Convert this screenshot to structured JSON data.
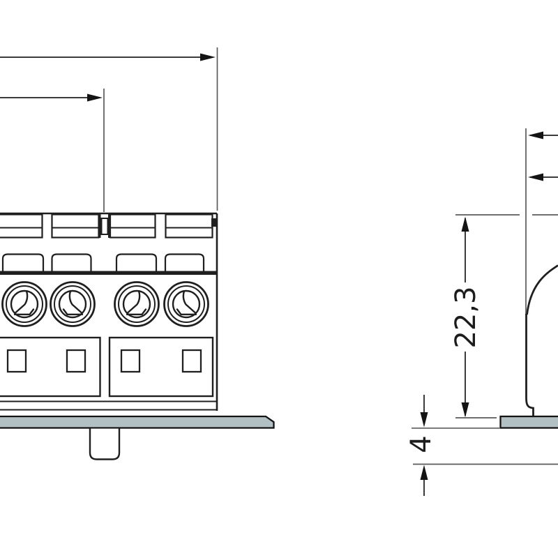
{
  "document": {
    "type": "technical-dimension-drawing",
    "subject": "DIN-rail terminal block – front view and side view",
    "background": "#ffffff"
  },
  "colors": {
    "outline": "#1f1f1f",
    "dimension_line": "#3a3a3a",
    "extension_line": "#5a5a5a",
    "arrow": "#141414",
    "mounting_plate_fill": "#b2c0c4",
    "plate_border": "#141414"
  },
  "views": {
    "front": {
      "name": "front-view",
      "module_count": 2,
      "screw_count": 4,
      "features": [
        "clamp-tabs",
        "wire-entry-bumps",
        "screw-terminals",
        "marker-windows",
        "mounting-plate",
        "rail-foot"
      ]
    },
    "side": {
      "name": "side-view",
      "features": [
        "housing-profile-curve",
        "housing-edge",
        "mounting-plate"
      ]
    }
  },
  "dimensions": {
    "height_label": "22,3",
    "offset_label": "4"
  }
}
